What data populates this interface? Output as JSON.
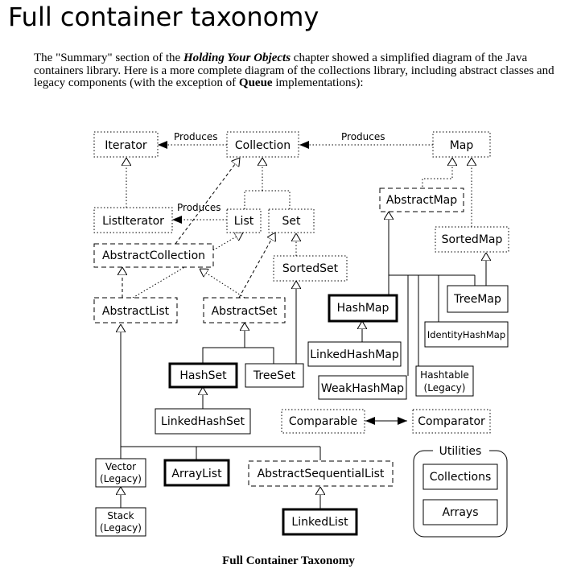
{
  "heading": "Full container taxonomy",
  "intro": {
    "part1": "The \"Summary\" section of the ",
    "chapter_title": "Holding Your Objects",
    "part2": " chapter showed a simplified diagram of the Java containers library. Here is a more complete diagram of the collections library, including abstract classes and legacy components (with the exception of ",
    "queue_term": "Queue",
    "part3": " implementations):"
  },
  "diagram": {
    "nodes": {
      "iterator": "Iterator",
      "collection": "Collection",
      "map": "Map",
      "abstract_map": "AbstractMap",
      "list_iterator": "ListIterator",
      "list": "List",
      "set": "Set",
      "sorted_map": "SortedMap",
      "abstract_collection": "AbstractCollection",
      "sorted_set": "SortedSet",
      "abstract_list": "AbstractList",
      "abstract_set": "AbstractSet",
      "hash_map": "HashMap",
      "tree_map": "TreeMap",
      "identity_hash_map": "IdentityHashMap",
      "linked_hash_map": "LinkedHashMap",
      "hash_set": "HashSet",
      "tree_set": "TreeSet",
      "hashtable_line1": "Hashtable",
      "hashtable_line2": "(Legacy)",
      "weak_hash_map": "WeakHashMap",
      "linked_hash_set": "LinkedHashSet",
      "comparable": "Comparable",
      "comparator": "Comparator",
      "vector_line1": "Vector",
      "vector_line2": "(Legacy)",
      "array_list": "ArrayList",
      "abstract_sequential_list": "AbstractSequentialList",
      "stack_line1": "Stack",
      "stack_line2": "(Legacy)",
      "linked_list": "LinkedList",
      "utilities": "Utilities",
      "collections": "Collections",
      "arrays": "Arrays"
    },
    "labels": {
      "produces_iterator": "Produces",
      "produces_map": "Produces",
      "produces_list_iterator": "Produces"
    }
  },
  "caption": "Full Container Taxonomy"
}
